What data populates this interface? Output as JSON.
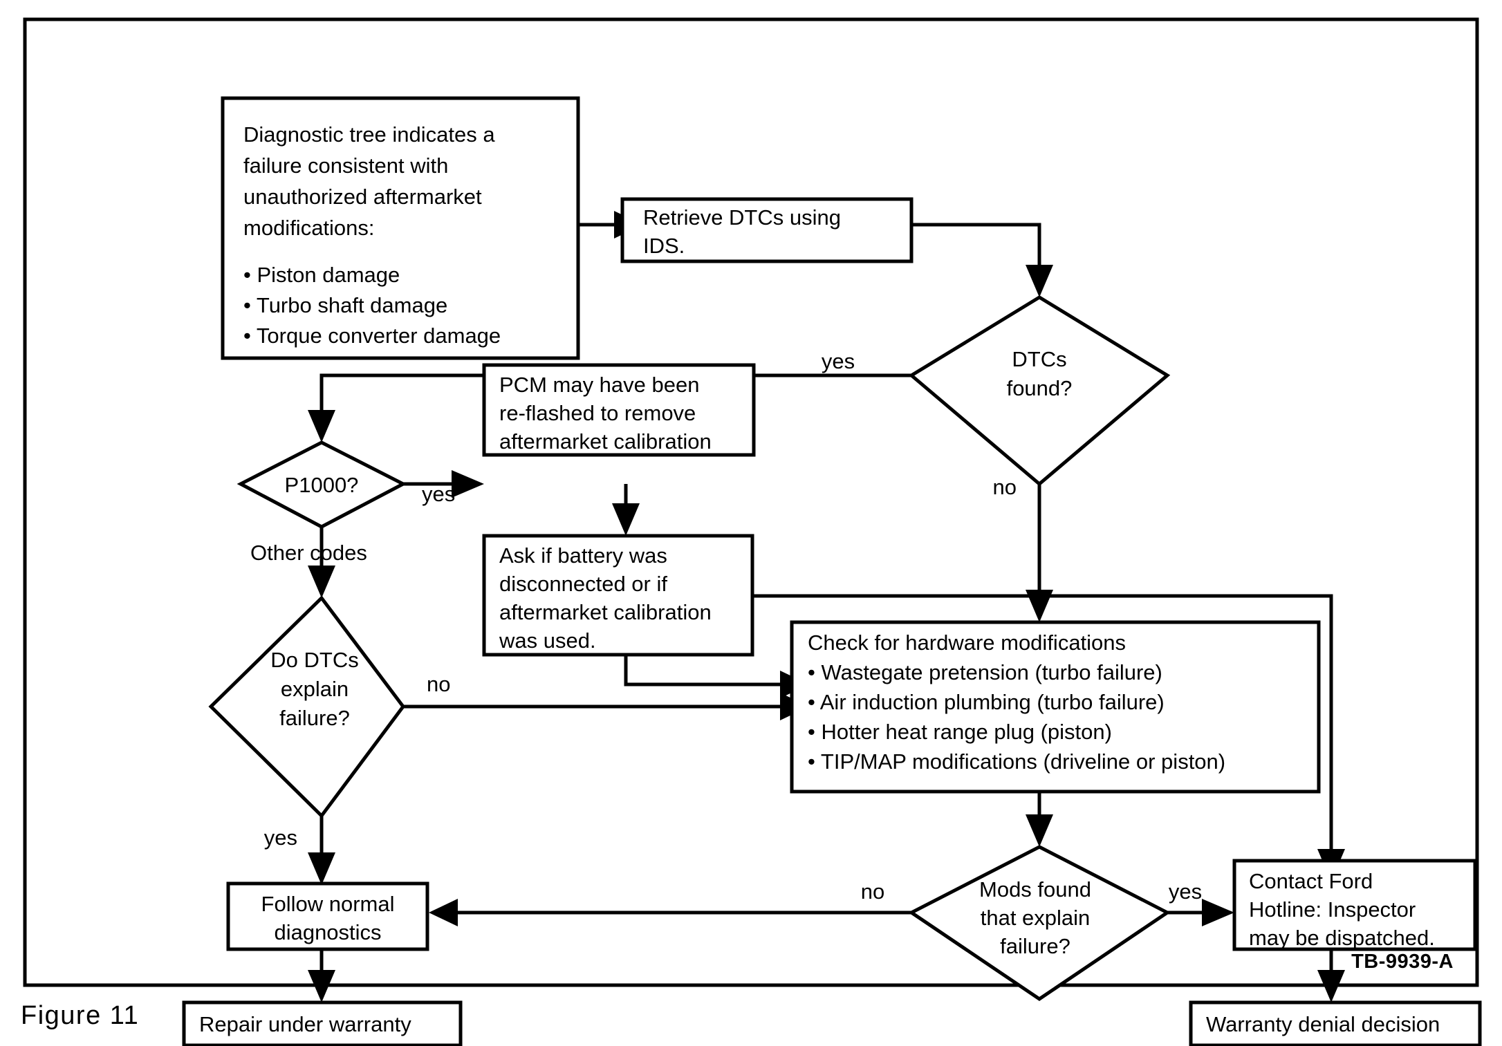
{
  "figure": {
    "caption": "Figure 11",
    "code": "TB-9939-A"
  },
  "nodes": {
    "start": {
      "lines": [
        "Diagnostic tree indicates a",
        "failure consistent with",
        "unauthorized aftermarket",
        "modifications:"
      ],
      "bullets": [
        "• Piston damage",
        "• Turbo shaft damage",
        "• Torque converter damage"
      ]
    },
    "retrieve_dtcs": {
      "lines": [
        "Retrieve DTCs using",
        "IDS."
      ]
    },
    "dtcs_found": {
      "lines": [
        "DTCs",
        "found?"
      ]
    },
    "p1000": {
      "lines": [
        "P1000?"
      ]
    },
    "pcm_reflashed": {
      "lines": [
        "PCM may have been",
        "re-flashed to remove",
        "aftermarket calibration"
      ]
    },
    "ask_battery": {
      "lines": [
        "Ask if battery was",
        "disconnected or if",
        "aftermarket calibration",
        "was used."
      ]
    },
    "do_dtcs_explain": {
      "lines": [
        "Do DTCs",
        "explain",
        "failure?"
      ]
    },
    "check_hardware": {
      "heading": "Check for hardware modifications",
      "bullets": [
        "• Wastegate pretension (turbo failure)",
        "• Air induction plumbing (turbo failure)",
        "• Hotter heat range plug (piston)",
        "• TIP/MAP modifications (driveline or piston)"
      ]
    },
    "mods_found": {
      "lines": [
        "Mods found",
        "that explain",
        "failure?"
      ]
    },
    "contact_ford": {
      "lines": [
        "Contact Ford",
        "Hotline: Inspector",
        "may be dispatched."
      ]
    },
    "follow_normal": {
      "lines": [
        "Follow normal",
        "diagnostics"
      ]
    },
    "repair_warranty": {
      "lines": [
        "Repair under warranty"
      ]
    },
    "warranty_denial": {
      "lines": [
        "Warranty denial decision"
      ]
    }
  },
  "edge_labels": {
    "dtcs_found_yes": "yes",
    "dtcs_found_no": "no",
    "p1000_yes": "yes",
    "p1000_other": "Other  codes",
    "do_dtcs_no": "no",
    "do_dtcs_yes": "yes",
    "mods_found_no": "no",
    "mods_found_yes": "yes"
  },
  "chart_data": {
    "type": "diagram",
    "title": "Unauthorized aftermarket modification warranty diagnostic flowchart",
    "flow": [
      {
        "from": "start",
        "to": "retrieve_dtcs",
        "label": ""
      },
      {
        "from": "retrieve_dtcs",
        "to": "dtcs_found",
        "label": ""
      },
      {
        "from": "dtcs_found",
        "to": "p1000",
        "label": "yes"
      },
      {
        "from": "dtcs_found",
        "to": "check_hardware",
        "label": "no"
      },
      {
        "from": "p1000",
        "to": "pcm_reflashed",
        "label": "yes"
      },
      {
        "from": "p1000",
        "to": "do_dtcs_explain",
        "label": "Other codes"
      },
      {
        "from": "pcm_reflashed",
        "to": "ask_battery",
        "label": ""
      },
      {
        "from": "ask_battery",
        "to": "check_hardware",
        "label": ""
      },
      {
        "from": "ask_battery",
        "to": "contact_ford",
        "label": ""
      },
      {
        "from": "do_dtcs_explain",
        "to": "check_hardware",
        "label": "no"
      },
      {
        "from": "do_dtcs_explain",
        "to": "follow_normal",
        "label": "yes"
      },
      {
        "from": "check_hardware",
        "to": "mods_found",
        "label": ""
      },
      {
        "from": "mods_found",
        "to": "follow_normal",
        "label": "no"
      },
      {
        "from": "mods_found",
        "to": "contact_ford",
        "label": "yes"
      },
      {
        "from": "follow_normal",
        "to": "repair_warranty",
        "label": ""
      },
      {
        "from": "contact_ford",
        "to": "warranty_denial",
        "label": ""
      }
    ]
  }
}
